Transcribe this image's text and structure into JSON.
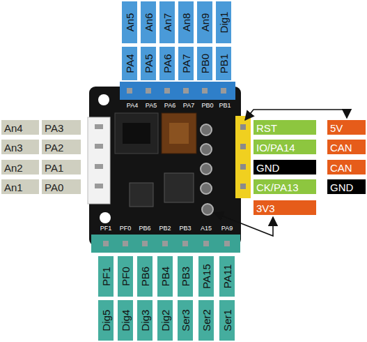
{
  "diagram": {
    "nodes": [
      {
        "text": [
          "An5"
        ]
      },
      {
        "text": [
          "An6"
        ]
      },
      {
        "text": [
          "An7"
        ]
      },
      {
        "text": [
          "An8"
        ]
      },
      {
        "text": [
          "An9"
        ]
      },
      {
        "text": [
          "Dig1"
        ]
      },
      {
        "text": [
          "PA4"
        ]
      },
      {
        "text": [
          "PA5"
        ]
      },
      {
        "text": [
          "PA6"
        ]
      },
      {
        "text": [
          "PA7"
        ]
      },
      {
        "text": [
          "PB0"
        ]
      },
      {
        "text": [
          "PB1"
        ]
      },
      {
        "text": [
          "An4"
        ]
      },
      {
        "text": [
          "PA3"
        ]
      },
      {
        "text": [
          "An3"
        ]
      },
      {
        "text": [
          "PA2"
        ]
      },
      {
        "text": [
          "An2"
        ]
      },
      {
        "text": [
          "PA1"
        ]
      },
      {
        "text": [
          "An1"
        ]
      },
      {
        "text": [
          "PA0"
        ]
      },
      {
        "text": [
          "RST"
        ]
      },
      {
        "text": [
          "5V"
        ]
      },
      {
        "text": [
          "IO/PA14"
        ]
      },
      {
        "text": [
          "CAN"
        ]
      },
      {
        "text": [
          "GND"
        ]
      },
      {
        "text": [
          "CAN"
        ]
      },
      {
        "text": [
          "CK/PA13"
        ]
      },
      {
        "text": [
          "GND"
        ]
      },
      {
        "text": [
          "3V3"
        ]
      },
      {
        "text": [
          "PF1"
        ]
      },
      {
        "text": [
          "PF0"
        ]
      },
      {
        "text": [
          "PB6"
        ]
      },
      {
        "text": [
          "PB4"
        ]
      },
      {
        "text": [
          "PB3"
        ]
      },
      {
        "text": [
          "PA15"
        ]
      },
      {
        "text": [
          "PA11"
        ]
      },
      {
        "text": [
          "Dig5"
        ]
      },
      {
        "text": [
          "Dig4"
        ]
      },
      {
        "text": [
          "Dig3"
        ]
      },
      {
        "text": [
          "Dig2"
        ]
      },
      {
        "text": [
          "Ser3"
        ]
      },
      {
        "text": [
          "Ser2"
        ]
      },
      {
        "text": [
          "Ser1"
        ]
      }
    ],
    "labels": [
      "PA4",
      "PA5",
      "PA6",
      "PA7",
      "PB0",
      "PB1",
      "PF1",
      "PF0",
      "PB6",
      "PB2",
      "PB3",
      "A15",
      "PA9"
    ]
  }
}
